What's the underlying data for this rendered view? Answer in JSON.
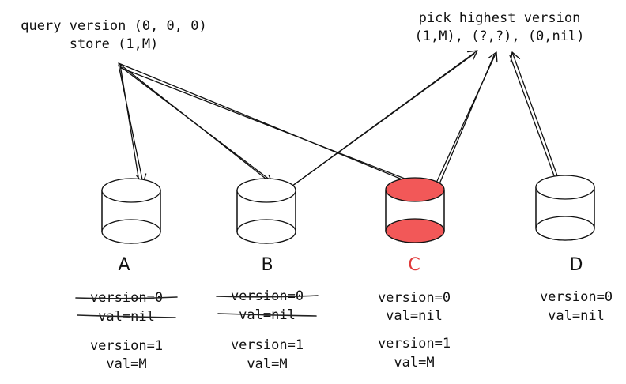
{
  "query_note": {
    "line1": "query version (0, 0, 0)",
    "line2": "store (1,M)"
  },
  "pick_note": {
    "line1": "pick highest version",
    "line2": "(1,M), (?,?), (0,nil)"
  },
  "nodes": [
    {
      "label": "A",
      "highlighted": false,
      "old_version": "version=0",
      "old_val": "val=nil",
      "old_struck": true,
      "new_version": "version=1",
      "new_val": "val=M"
    },
    {
      "label": "B",
      "highlighted": false,
      "old_version": "version=0",
      "old_val": "val=nil",
      "old_struck": true,
      "new_version": "version=1",
      "new_val": "val=M"
    },
    {
      "label": "C",
      "highlighted": true,
      "old_version": "version=0",
      "old_val": "val=nil",
      "old_struck": false,
      "new_version": "version=1",
      "new_val": "val=M"
    },
    {
      "label": "D",
      "highlighted": false,
      "old_version": "version=0",
      "old_val": "val=nil",
      "old_struck": false,
      "new_version": null,
      "new_val": null
    }
  ],
  "colors": {
    "ink": "#111111",
    "highlight": "#f25858",
    "highlight_label": "#e03a3a"
  }
}
